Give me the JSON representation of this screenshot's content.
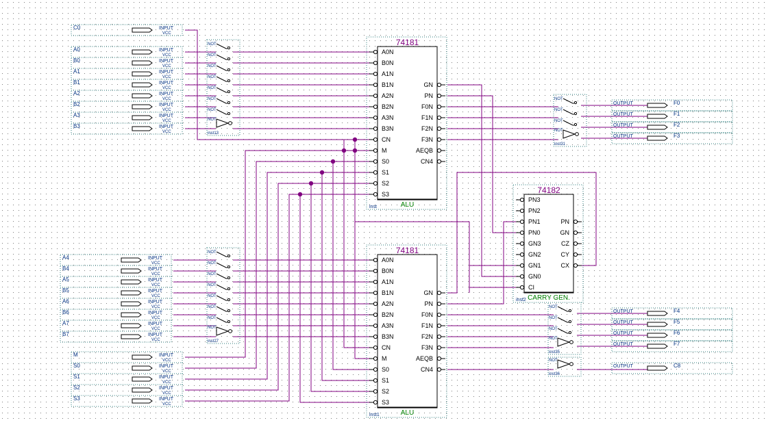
{
  "colors": {
    "wire": "#800080",
    "pin": "#003080",
    "title": "#800080",
    "label_green": "#008000",
    "grid": "#7a7a7a",
    "dashed": "#2d7d7d"
  },
  "pin_tags": {
    "input": "INPUT",
    "input_sub": "VCC",
    "output": "OUTPUT",
    "not": "NOT"
  },
  "inputs_top": {
    "carry": "C0",
    "pins": [
      "A0",
      "B0",
      "A1",
      "B1",
      "A2",
      "B2",
      "A3",
      "B3"
    ]
  },
  "inputs_bottom": {
    "pins": [
      "A4",
      "B4",
      "A5",
      "B5",
      "A6",
      "B6",
      "A7",
      "B7"
    ]
  },
  "control_inputs": [
    "M",
    "S0",
    "S1",
    "S2",
    "S3"
  ],
  "alu_top": {
    "part": "74181",
    "instance": "inst",
    "label": "ALU",
    "left_pins": [
      "A0N",
      "B0N",
      "A1N",
      "B1N",
      "A2N",
      "B2N",
      "A3N",
      "B3N",
      "CN",
      "M",
      "S0",
      "S1",
      "S2",
      "S3"
    ],
    "right_pins": [
      "GN",
      "PN",
      "F0N",
      "F1N",
      "F2N",
      "F3N",
      "AEQB",
      "CN4"
    ]
  },
  "alu_bottom": {
    "part": "74181",
    "instance": "inst1",
    "label": "ALU",
    "left_pins": [
      "A0N",
      "B0N",
      "A1N",
      "B1N",
      "A2N",
      "B2N",
      "A3N",
      "B3N",
      "CN",
      "M",
      "S0",
      "S1",
      "S2",
      "S3"
    ],
    "right_pins": [
      "GN",
      "PN",
      "F0N",
      "F1N",
      "F2N",
      "F3N",
      "AEQB",
      "CN4"
    ]
  },
  "carry_gen": {
    "part": "74182",
    "instance": "inst2",
    "label": "CARRY GEN.",
    "left_pins": [
      "PN3",
      "PN2",
      "PN1",
      "PN0",
      "GN3",
      "GN2",
      "GN1",
      "GN0",
      "CI"
    ],
    "right_pins": [
      "PN",
      "GN",
      "CZ",
      "CY",
      "CX"
    ]
  },
  "not_groups": {
    "top_in": "inst13",
    "bot_in": "inst27",
    "top_out": "inst31",
    "bot_out": "inst35",
    "carry_out": "inst36"
  },
  "outputs_top": [
    "F0",
    "F1",
    "F2",
    "F3"
  ],
  "outputs_bottom": [
    "F4",
    "F5",
    "F6",
    "F7"
  ],
  "output_carry": "C8"
}
